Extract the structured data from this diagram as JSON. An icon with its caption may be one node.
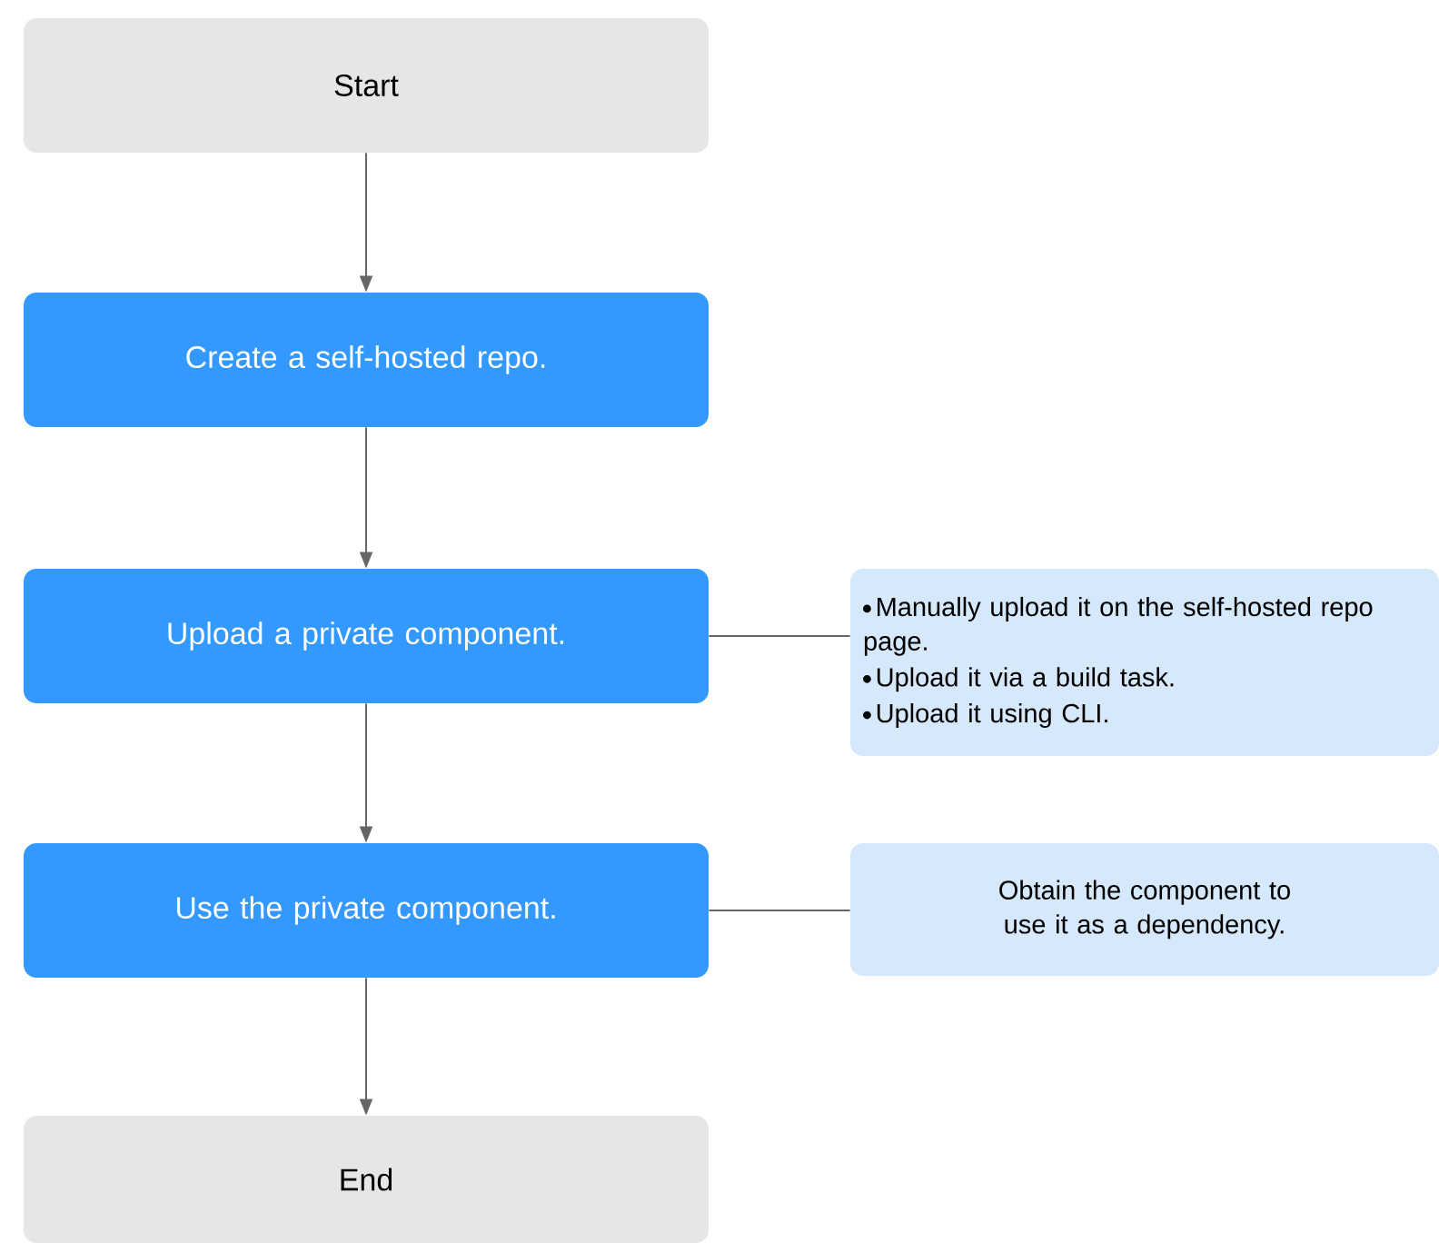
{
  "diagram": {
    "nodes": [
      {
        "text": [
          "Start"
        ]
      },
      {
        "text": [
          "Create a self-hosted repo."
        ]
      },
      {
        "text": [
          "Upload a private component."
        ]
      },
      {
        "text": [
          "Use the private component."
        ]
      },
      {
        "text": [
          "End"
        ]
      },
      {
        "text": [
          "Manually upload it on the self-hosted repo page.",
          "Upload it via a build task.",
          "Upload it using CLI."
        ]
      },
      {
        "text": [
          "Obtain the component to use it as a dependency."
        ]
      }
    ],
    "edges": [
      {
        "from": 0,
        "to": 1,
        "arrow": "to"
      },
      {
        "from": 1,
        "to": 2,
        "arrow": "to"
      },
      {
        "from": 2,
        "to": 3,
        "arrow": "to"
      },
      {
        "from": 3,
        "to": 4,
        "arrow": "to"
      },
      {
        "from": 2,
        "to": 5,
        "arrow": "none"
      },
      {
        "from": 3,
        "to": 6,
        "arrow": "none"
      }
    ]
  }
}
